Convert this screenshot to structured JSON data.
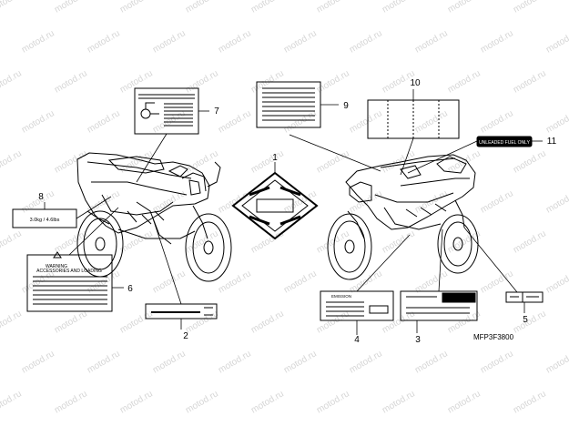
{
  "watermark": "motod.ru",
  "part_code": "MFP3F3800",
  "colors": {
    "line": "#000000",
    "watermark": "#d6d6d6",
    "background": "#ffffff"
  },
  "labels": {
    "warning_title": "WARNING",
    "warning_subtitle": "ACCESSORIES AND LOADING",
    "tire_pressure": "3.0kg / 4.6lbs",
    "fuel": "UNLEADED FUEL ONLY",
    "emission": "EMISSION"
  },
  "callouts": [
    {
      "id": "1",
      "name": "center-caution-label"
    },
    {
      "id": "2",
      "name": "small-bar-label"
    },
    {
      "id": "3",
      "name": "lower-info-label"
    },
    {
      "id": "4",
      "name": "emission-label"
    },
    {
      "id": "5",
      "name": "tiny-tag-label"
    },
    {
      "id": "6",
      "name": "warning-accessories-label"
    },
    {
      "id": "7",
      "name": "tire-info-label"
    },
    {
      "id": "8",
      "name": "pressure-label"
    },
    {
      "id": "9",
      "name": "text-label"
    },
    {
      "id": "10",
      "name": "folded-label"
    },
    {
      "id": "11",
      "name": "fuel-label"
    }
  ]
}
